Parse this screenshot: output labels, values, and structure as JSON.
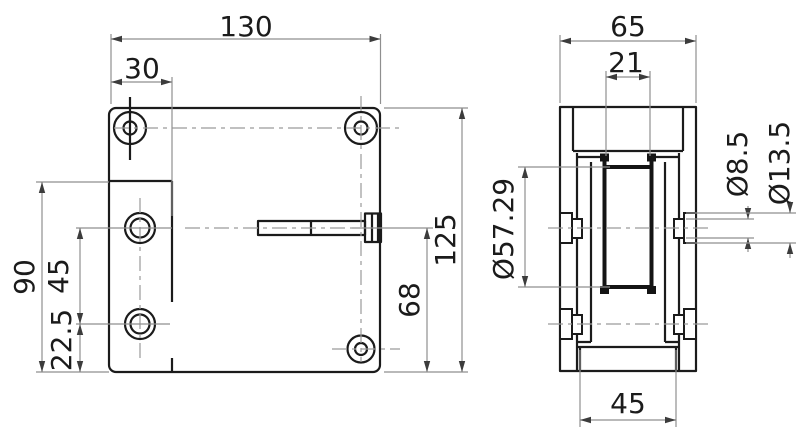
{
  "drawing_type": "technical-2-view-drawing",
  "colors": {
    "background": "#ffffff",
    "outline": "#1b1b1b",
    "thin_line": "#8f8f8f",
    "centerline": "#9a9a9a",
    "text": "#1b1b1b"
  },
  "front_view": {
    "dimensions": {
      "overall_width": "130",
      "slot_offset": "30",
      "clamp_height": "90",
      "hole_spacing": "45",
      "bottom_hole_offset": "22.5",
      "axle_height": "68",
      "overall_height": "125"
    }
  },
  "side_view": {
    "dimensions": {
      "overall_depth": "65",
      "groove_width": "21",
      "roller_diameter": "Ø57.29",
      "screw_diameter": "Ø8.5",
      "screw_head_diameter": "Ø13.5",
      "base_width": "45"
    }
  }
}
